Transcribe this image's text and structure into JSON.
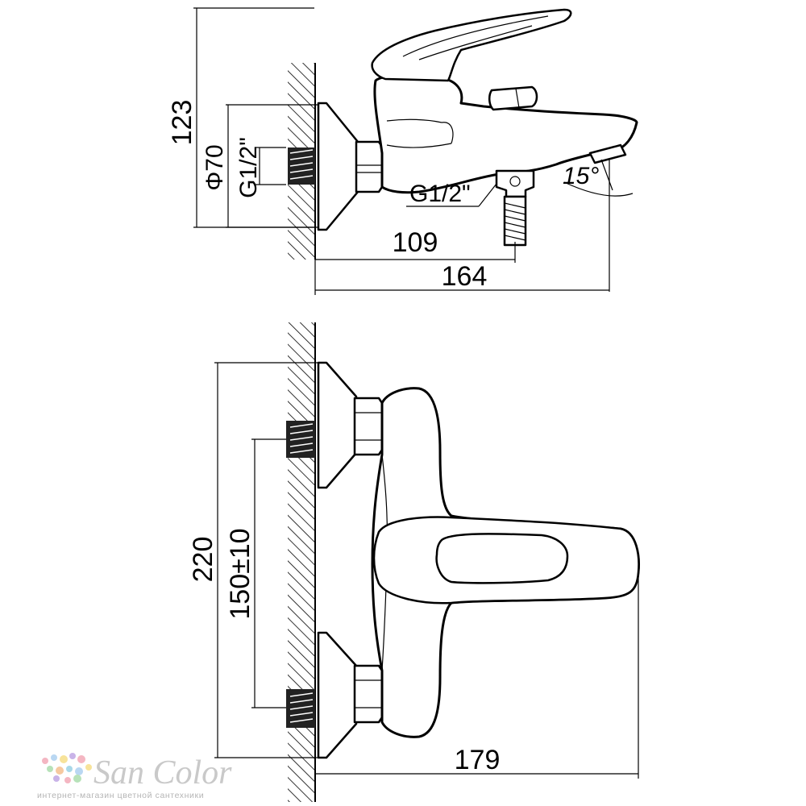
{
  "side_view": {
    "height": "123",
    "diameter": "Φ70",
    "wall_thread": "G1/2\"",
    "outlet_thread": "G1/2\"",
    "angle": "15°",
    "depth_to_outlet": "109",
    "depth_total": "164"
  },
  "top_view": {
    "width": "220",
    "center_distance": "150±10",
    "projection": "179"
  },
  "watermark": {
    "brand": "San Color",
    "tagline": "интернет-магазин цветной сантехники"
  },
  "colors": {
    "line": "#000000",
    "watermark": "#c9c9c9",
    "dots": [
      "#f4b6c2",
      "#b9d7f2",
      "#f7e39a",
      "#c9b3e8",
      "#b7e2b9",
      "#f6c9a0",
      "#a8d8e8"
    ]
  }
}
